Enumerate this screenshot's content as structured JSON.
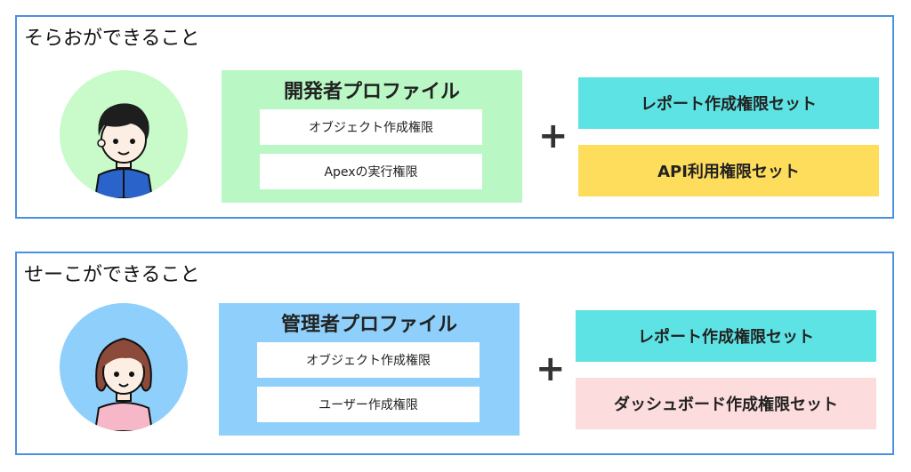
{
  "panels": [
    {
      "title": "そらおができること",
      "profile": {
        "name": "開発者プロファイル",
        "color": "#b9f8c4",
        "permissions": [
          "オブジェクト作成権限",
          "Apexの実行権限"
        ]
      },
      "plus": "+",
      "permission_sets": [
        {
          "label": "レポート作成権限セット",
          "color": "#5ee3e4"
        },
        {
          "label": "API利用権限セット",
          "color": "#ffdd5c"
        }
      ],
      "avatar": {
        "icon": "boy-avatar-icon",
        "bg": "#c8fbc9"
      }
    },
    {
      "title": "せーこができること",
      "profile": {
        "name": "管理者プロファイル",
        "color": "#8ed0fb",
        "permissions": [
          "オブジェクト作成権限",
          "ユーザー作成権限"
        ]
      },
      "plus": "+",
      "permission_sets": [
        {
          "label": "レポート作成権限セット",
          "color": "#5ee3e4"
        },
        {
          "label": "ダッシュボード作成権限セット",
          "color": "#fcdcdc"
        }
      ],
      "avatar": {
        "icon": "girl-avatar-icon",
        "bg": "#8ed0fb"
      }
    }
  ]
}
